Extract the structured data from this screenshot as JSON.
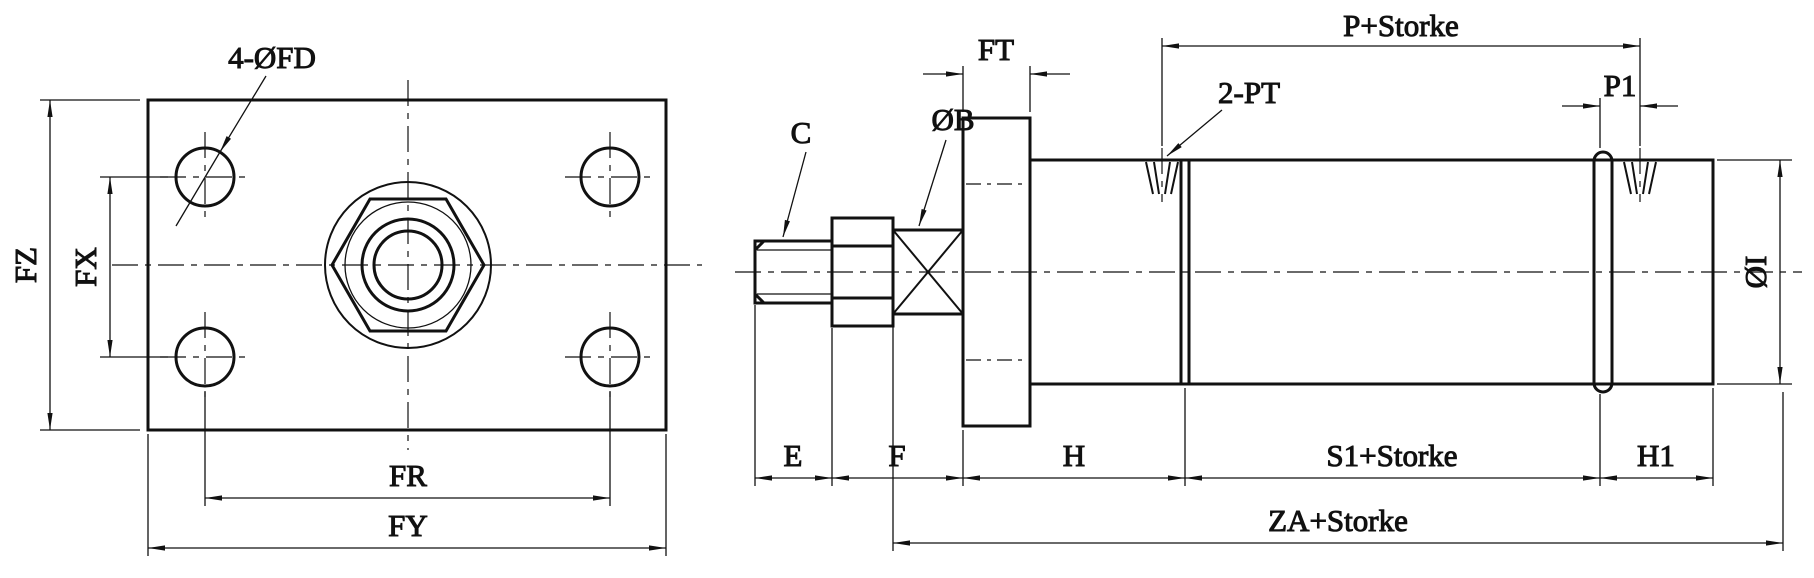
{
  "drawing": {
    "background_color": "#ffffff",
    "line_color": "#111111",
    "front_view": {
      "callout_holes": "4-ØFD",
      "dim_height": "FZ",
      "dim_hole_spacing_v": "FX",
      "dim_hole_spacing_h": "FR",
      "dim_width": "FY"
    },
    "side_view": {
      "callout_thread": "C",
      "callout_rod_diameter": "ØB",
      "callout_ports": "2-PT",
      "dim_flange_thickness": "FT",
      "dim_p_stroke": "P+Storke",
      "dim_p1": "P1",
      "dim_outer_diameter": "ØI",
      "dim_e": "E",
      "dim_f": "F",
      "dim_h": "H",
      "dim_s1_stroke": "S1+Storke",
      "dim_h1": "H1",
      "dim_za_stroke": "ZA+Storke"
    }
  }
}
